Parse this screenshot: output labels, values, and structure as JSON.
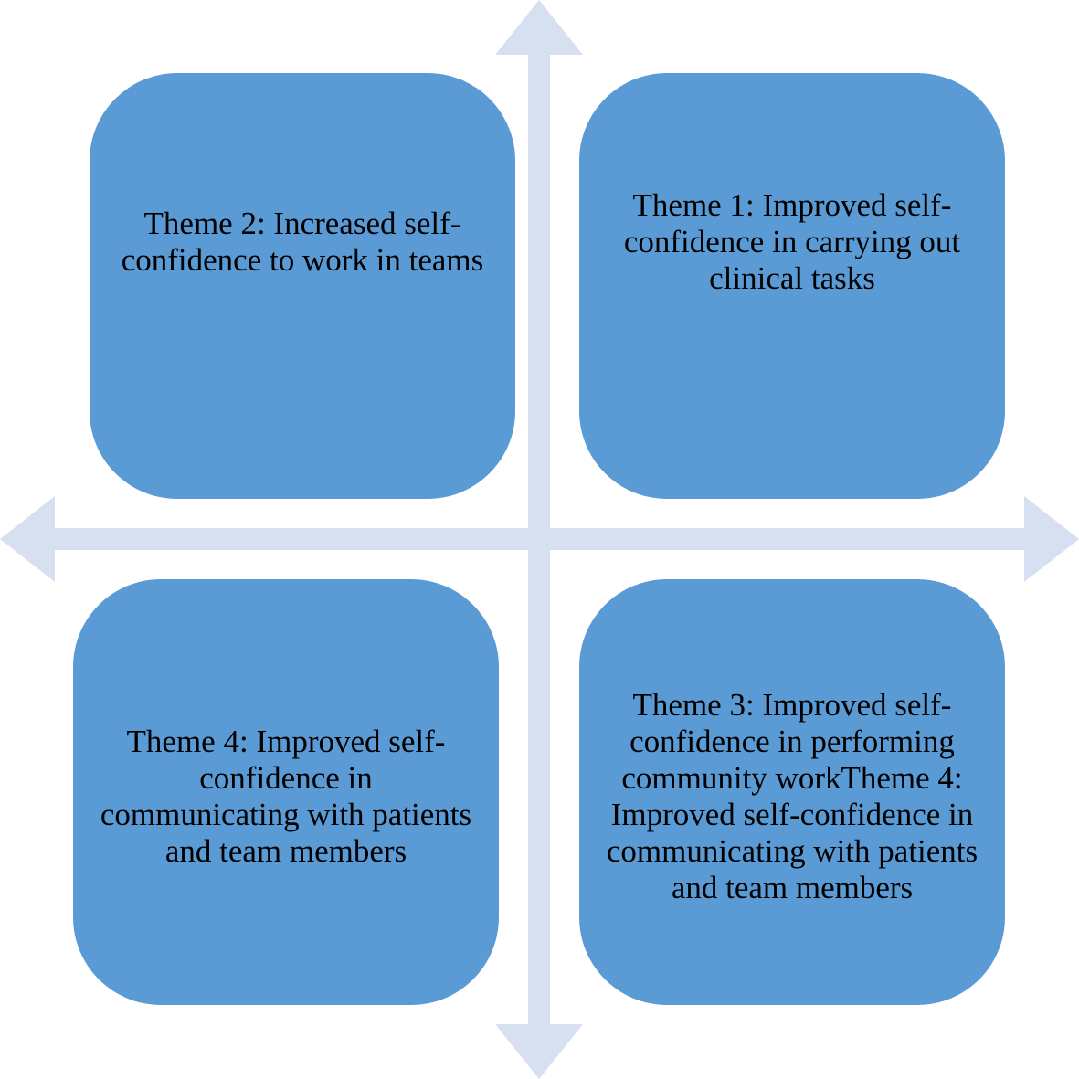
{
  "colors": {
    "box_fill": "#5b9bd5",
    "arrow_fill": "#d6e0f0",
    "text": "#000000"
  },
  "quadrants": {
    "top_left": {
      "text": "Theme 2: Increased self-confidence to work in teams"
    },
    "top_right": {
      "text": "Theme 1: Improved self-confidence in carrying out clinical tasks"
    },
    "bottom_left": {
      "text": "Theme 4: Improved self-confidence in communicating with patients and team members"
    },
    "bottom_right": {
      "text": "Theme 3: Improved self-confidence in performing community workTheme 4: Improved self-confidence in communicating with patients and team members"
    }
  }
}
